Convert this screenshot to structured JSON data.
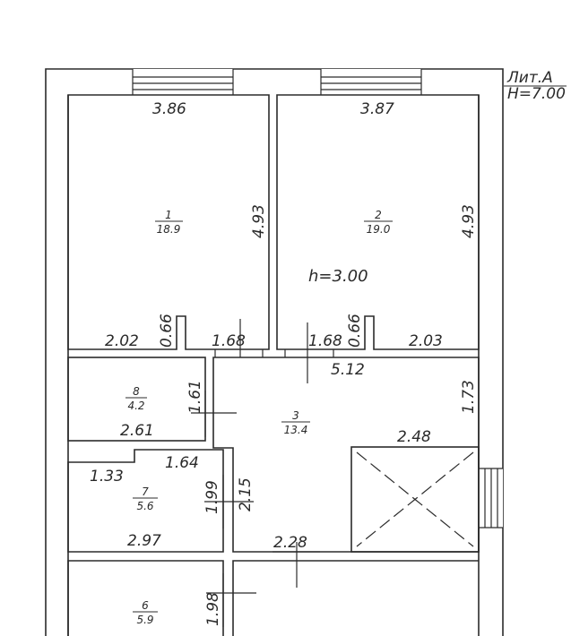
{
  "title_block": {
    "liter": "Лит.А",
    "height": "H=7.00"
  },
  "ceiling_height": "h=3.00",
  "rooms": [
    {
      "number": "1",
      "area": "18.9"
    },
    {
      "number": "2",
      "area": "19.0"
    },
    {
      "number": "3",
      "area": "13.4"
    },
    {
      "number": "6",
      "area": "5.9"
    },
    {
      "number": "7",
      "area": "5.6"
    },
    {
      "number": "8",
      "area": "4.2"
    }
  ],
  "dimensions": {
    "r1_top": "3.86",
    "r1_right": "4.93",
    "r1_bottom_left": "2.02",
    "r1_niche": "0.66",
    "r1_door": "1.68",
    "r2_top": "3.87",
    "r2_right": "4.93",
    "r2_door": "1.68",
    "r2_niche": "0.66",
    "r2_bottom": "2.03",
    "r3_top": "5.12",
    "r3_right": "1.73",
    "r3_stair": "2.48",
    "r3_left": "2.15",
    "r3_bottom": "2.28",
    "r8_right": "1.61",
    "r8_bottom": "2.61",
    "r7_left_top": "1.33",
    "r7_top": "1.64",
    "r7_right": "1.99",
    "r7_bottom": "2.97",
    "r6_right": "1.98"
  }
}
